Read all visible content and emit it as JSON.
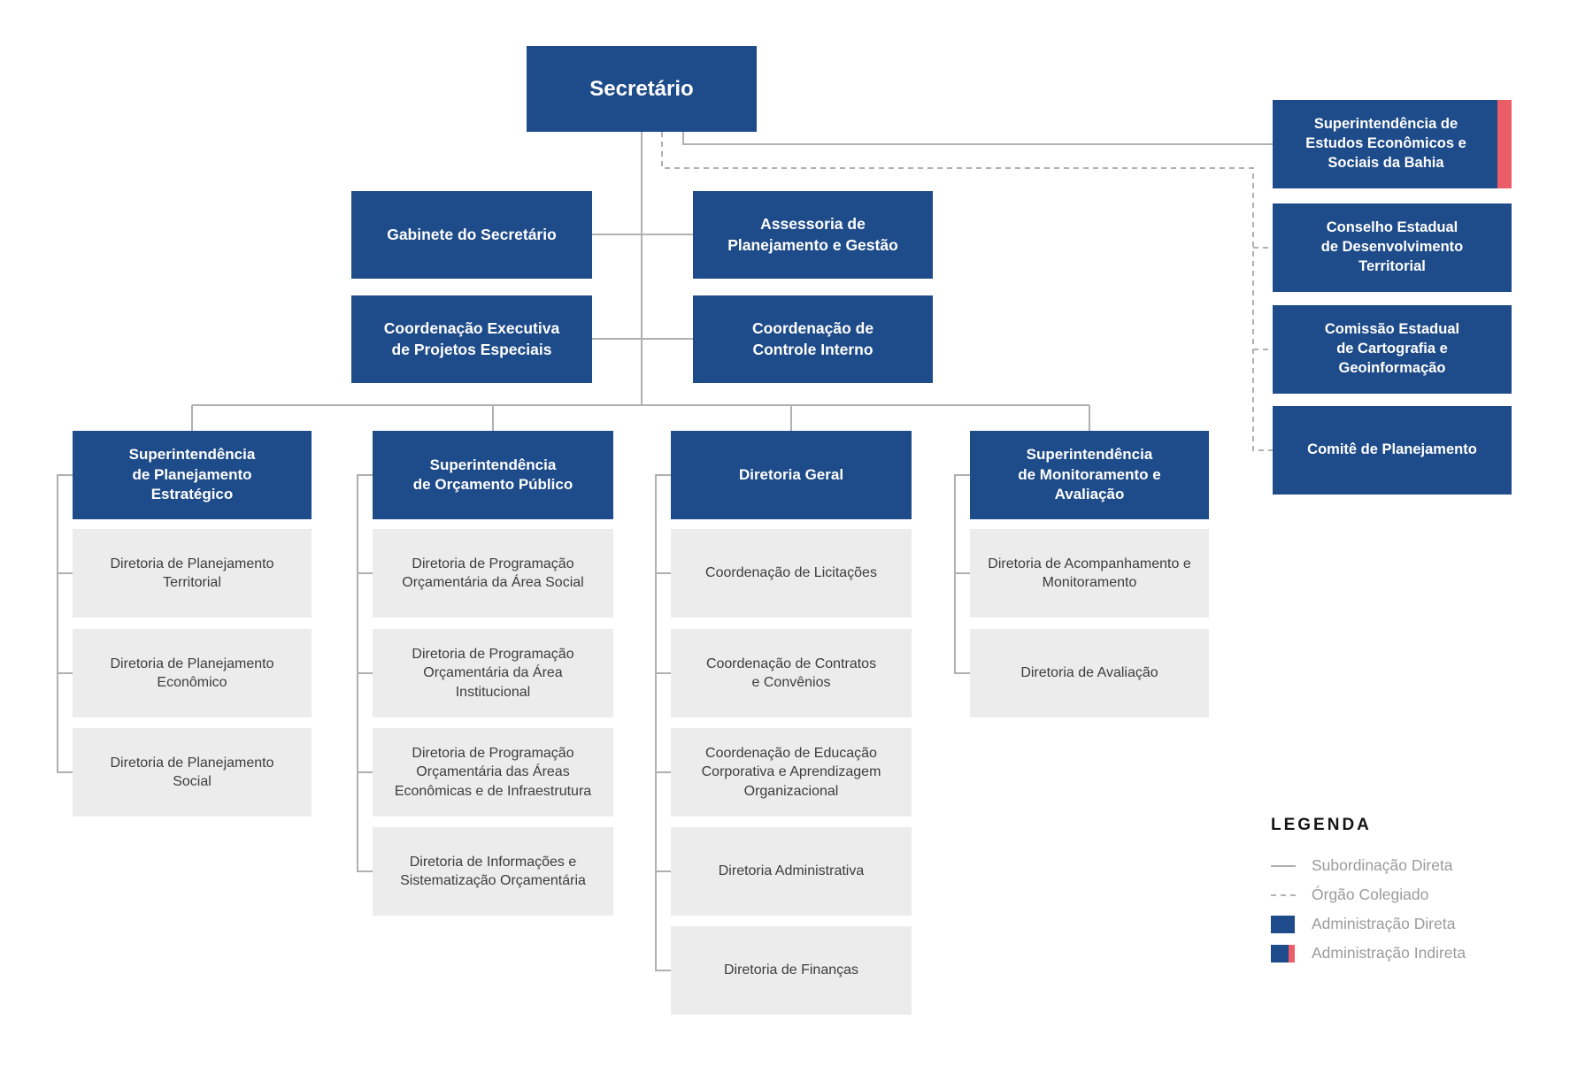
{
  "palette": {
    "direct_admin_blue": "#1e4b89",
    "indirect_admin_red": "#eb5e68",
    "unit_gray": "#ececec",
    "line_gray": "#b0b0b0",
    "text_dark": "#3d3d3d",
    "legend_text_gray": "#9b9b9b"
  },
  "root": {
    "label": "Secretário"
  },
  "staff": [
    {
      "label": "Gabinete do Secretário"
    },
    {
      "label": "Assessoria de\nPlanejamento e Gestão"
    },
    {
      "label": "Coordenação Executiva\nde Projetos Especiais"
    },
    {
      "label": "Coordenação de\nControle Interno"
    }
  ],
  "indirect": {
    "label": "Superintendência de\nEstudos Econômicos e\nSociais da Bahia"
  },
  "collegiate": [
    {
      "label": "Conselho Estadual\nde Desenvolvimento\nTerritorial"
    },
    {
      "label": "Comissão Estadual\nde Cartografia e\nGeoinformação"
    },
    {
      "label": "Comitê de Planejamento"
    }
  ],
  "columns": [
    {
      "header": "Superintendência\nde Planejamento\nEstratégico",
      "children": [
        "Diretoria de Planejamento\nTerritorial",
        "Diretoria de Planejamento\nEconômico",
        "Diretoria de Planejamento\nSocial"
      ]
    },
    {
      "header": "Superintendência\nde Orçamento Público",
      "children": [
        "Diretoria de Programação\nOrçamentária da Área Social",
        "Diretoria de Programação\nOrçamentária da Área\nInstitucional",
        "Diretoria de Programação\nOrçamentária das Áreas\nEconômicas e de Infraestrutura",
        "Diretoria de Informações e\nSistematização Orçamentária"
      ]
    },
    {
      "header": "Diretoria Geral",
      "children": [
        "Coordenação de Licitações",
        "Coordenação de Contratos\ne Convênios",
        "Coordenação de Educação\nCorporativa e Aprendizagem\nOrganizacional",
        "Diretoria Administrativa",
        "Diretoria de Finanças"
      ]
    },
    {
      "header": "Superintendência\nde Monitoramento e\nAvaliação",
      "children": [
        "Diretoria de Acompanhamento e\nMonitoramento",
        "Diretoria de Avaliação"
      ]
    }
  ],
  "legend": {
    "title": "LEGENDA",
    "items": [
      {
        "icon": "solid-line",
        "label": "Subordinação Direta"
      },
      {
        "icon": "dashed-line",
        "label": "Órgão Colegiado"
      },
      {
        "icon": "blue-swatch",
        "label": "Administração Direta"
      },
      {
        "icon": "blue-red-swatch",
        "label": "Administração Indireta"
      }
    ]
  }
}
